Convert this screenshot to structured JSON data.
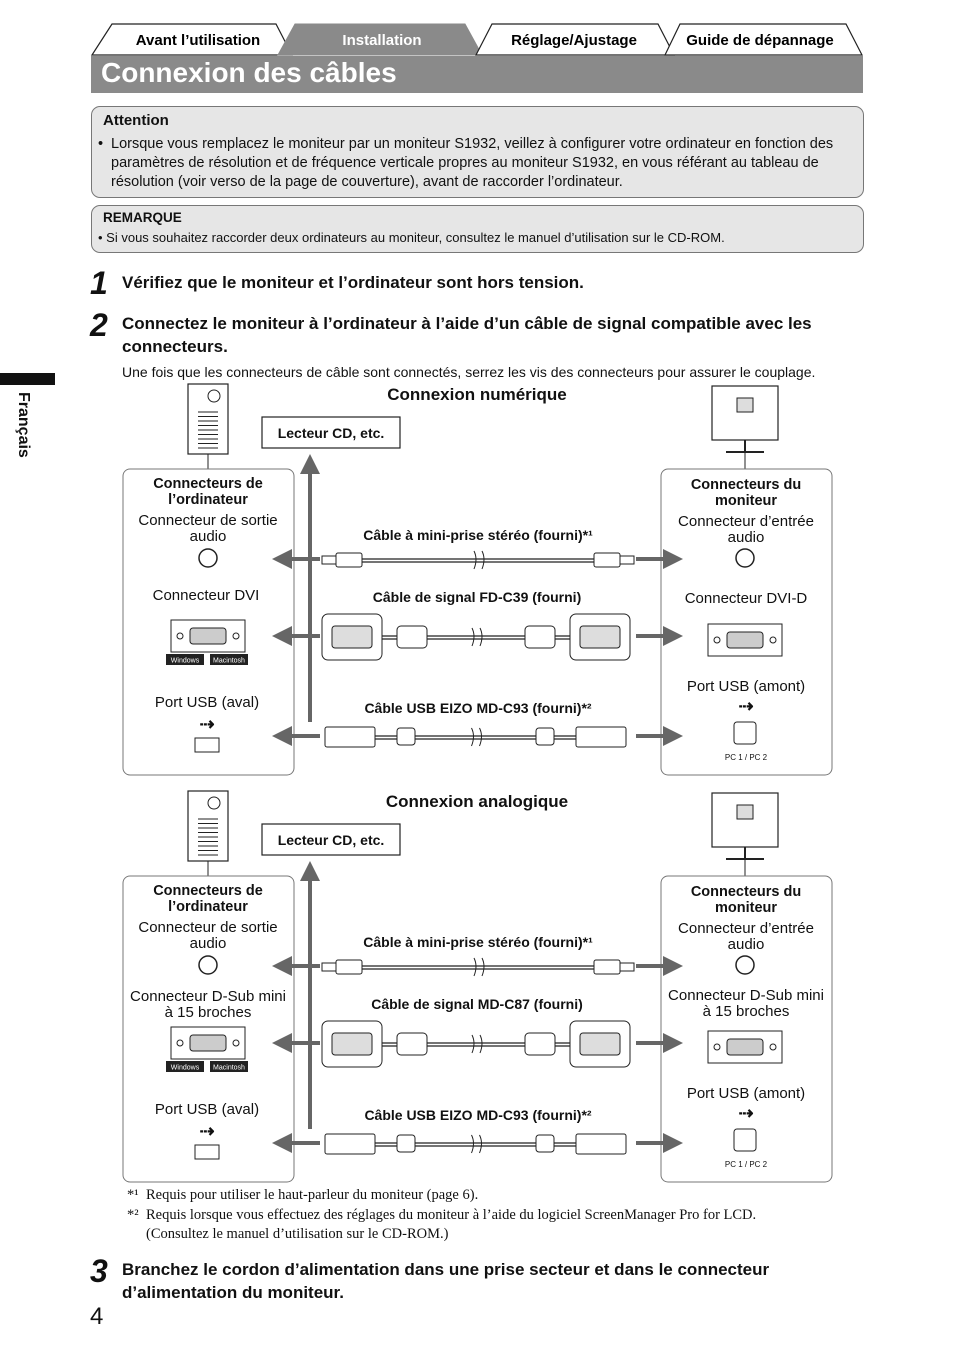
{
  "tabs": [
    "Avant l’utilisation",
    "Installation",
    "Réglage/Ajustage",
    "Guide de dépannage"
  ],
  "page_title": "Connexion des câbles",
  "attention": {
    "heading": "Attention",
    "bullet": "•",
    "text": "Lorsque vous remplacez le moniteur par un moniteur S1932, veillez à configurer votre ordinateur en fonction des paramètres de résolution et de fréquence verticale propres au moniteur S1932, en vous référant au tableau de résolution (voir verso de la page de couverture), avant de raccorder l’ordinateur."
  },
  "remarque": {
    "heading": "REMARQUE",
    "text": "• Si vous souhaitez raccorder deux ordinateurs au moniteur, consultez le manuel d’utilisation sur le CD-ROM."
  },
  "language_tab": "Français",
  "steps": [
    {
      "num": "1",
      "text": "Vérifiez que le moniteur et l’ordinateur sont hors tension."
    },
    {
      "num": "2",
      "text": "Connectez le moniteur à l’ordinateur à l’aide d’un câble de signal compatible avec les connecteurs.",
      "note": "Une fois que les connecteurs de câble sont connectés, serrez les vis des connecteurs pour assurer le couplage."
    },
    {
      "num": "3",
      "text": "Branchez le cordon d’alimentation dans une prise secteur et dans le connecteur d’alimentation du moniteur."
    }
  ],
  "digital": {
    "title": "Connexion numérique",
    "cd_label": "Lecteur CD, etc.",
    "pc_title": "Connecteurs de l’ordinateur",
    "mon_title": "Connecteurs du moniteur",
    "pc_audio": "Connecteur de sortie audio",
    "mon_audio": "Connecteur d’entrée audio",
    "audio_cable": "Câble à mini-prise stéréo (fourni)*¹",
    "pc_video": "Connecteur DVI",
    "mon_video": "Connecteur DVI-D",
    "video_cable": "Câble de signal FD-C39 (fourni)",
    "pc_usb": "Port USB (aval)",
    "mon_usb": "Port USB (amont)",
    "usb_cable": "Câble USB EIZO MD-C93 (fourni)*²",
    "badges": [
      "Windows",
      "Macintosh"
    ],
    "pc_switch": "PC 1 / PC 2"
  },
  "analog": {
    "title": "Connexion analogique",
    "cd_label": "Lecteur CD, etc.",
    "pc_title": "Connecteurs de l’ordinateur",
    "mon_title": "Connecteurs du moniteur",
    "pc_audio": "Connecteur de sortie audio",
    "mon_audio": "Connecteur d’entrée audio",
    "audio_cable": "Câble à mini-prise stéréo (fourni)*¹",
    "pc_video": "Connecteur D-Sub mini à 15 broches",
    "mon_video": "Connecteur D-Sub mini à 15 broches",
    "video_cable": "Câble de signal MD-C87 (fourni)",
    "pc_usb": "Port USB (aval)",
    "mon_usb": "Port USB (amont)",
    "usb_cable": "Câble USB EIZO MD-C93 (fourni)*²",
    "badges": [
      "Windows",
      "Macintosh"
    ],
    "pc_switch": "PC 1 / PC 2"
  },
  "footnotes": [
    {
      "mark": "*¹",
      "text": "Requis pour utiliser le haut-parleur du moniteur (page 6)."
    },
    {
      "mark": "*²",
      "text": "Requis lorsque vous effectuez des réglages du moniteur à l’aide du logiciel ScreenManager Pro for LCD.",
      "text2": "(Consultez le manuel d’utilisation sur le CD-ROM.)"
    }
  ],
  "page_number": "4"
}
